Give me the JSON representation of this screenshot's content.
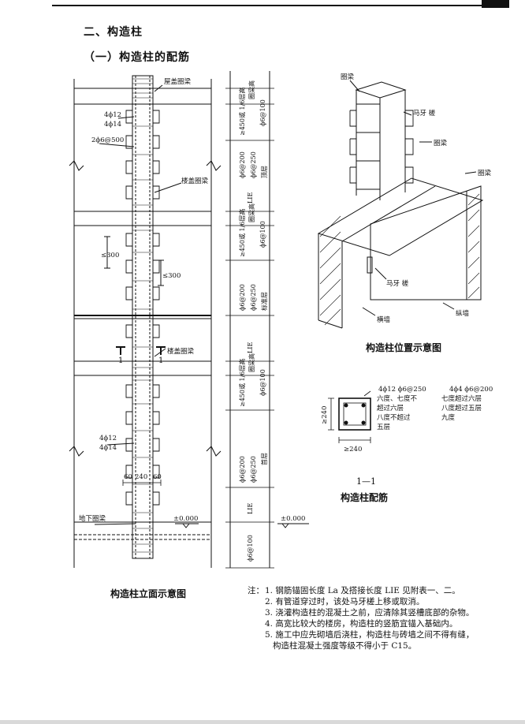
{
  "section_title": "二、构造柱",
  "subsection_title": "（一）构造柱的配筋",
  "elevation": {
    "caption": "构造柱立面示意图",
    "labels": {
      "roof_ring_beam": "屋盖圈梁",
      "floor_ring_beam_1": "楼盖圈梁",
      "floor_ring_beam_2": "楼盖圈梁",
      "basement_ring_beam": "地下圈梁",
      "rebar_top_1": "4ϕ12",
      "rebar_top_2": "4ϕ14",
      "rebar_low_1": "4ϕ12",
      "rebar_low_2": "4ϕ14",
      "stirrup": "2ϕ6@500",
      "dim_300_a": "≤300",
      "dim_300_b": "≤300",
      "section_mark_left": "1",
      "section_mark_right": "1",
      "dims_60": "60",
      "dims_240": "240",
      "dims_60b": "60",
      "zero_level": "±0.000",
      "zero_level_right": "±0.000"
    },
    "dim_chain": [
      "圈梁高",
      "≥450或 1/6层高",
      "ϕ6@100",
      "ϕ6@200",
      "ϕ6@250",
      "顶层",
      "LIE",
      "圈梁高",
      "≥450或 1/6层高",
      "ϕ6@100",
      "ϕ6@200",
      "ϕ6@250",
      "标准层",
      "LIE",
      "圈梁高",
      "≥450或 1/6层高",
      "ϕ6@100",
      "ϕ6@200",
      "ϕ6@250",
      "首层",
      "LIE",
      "ϕ6@100"
    ]
  },
  "isometric": {
    "caption": "构造柱位置示意图",
    "labels": {
      "ring_beam_1": "圈梁",
      "toothed_joint_1": "马牙  槎",
      "ring_beam_2": "圈梁",
      "ring_beam_3": "圈梁",
      "toothed_joint_2": "马牙  槎",
      "cross_wall": "横墙",
      "long_wall": "纵墙"
    }
  },
  "section": {
    "caption_mark": "1—1",
    "caption": "构造柱配筋",
    "col1_head": "4ϕ12  ϕ6@250",
    "col1_lines": [
      "六度、七度不",
      "超过六层",
      "八度不超过",
      "五层"
    ],
    "col2_head": "4ϕ4  ϕ6@200",
    "col2_lines": [
      "七度超过六层",
      "八度超过五层",
      "九度"
    ],
    "dim_vertical": "≥240",
    "dim_horizontal": "≥240"
  },
  "notes": {
    "lead": "注：",
    "items": [
      "1. 钢筋锚固长度 La 及搭接长度 LIE 见附表一、二。",
      "2. 有管道穿过时，该处马牙槎上移或取消。",
      "3. 浇灌构造柱的混凝土之前，应清除其竖槽底部的杂物。",
      "4. 高宽比较大的楼房，构造柱的竖筋宜锚入基础内。",
      "5. 施工中应先砌墙后浇柱，构造柱与砖墙之间不得有缝，",
      "构造柱混凝土强度等级不得小于 C15。"
    ]
  }
}
